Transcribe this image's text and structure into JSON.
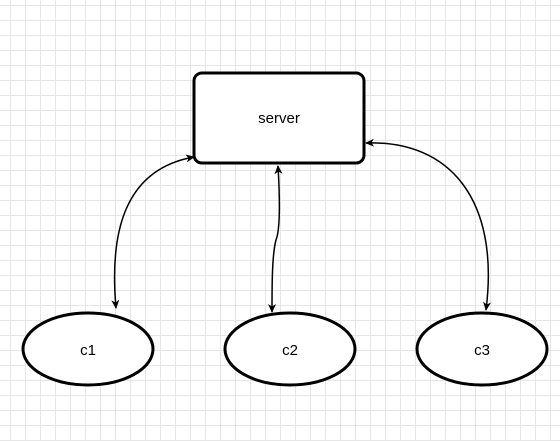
{
  "diagram": {
    "nodes": {
      "server": {
        "label": "server"
      },
      "c1": {
        "label": "c1"
      },
      "c2": {
        "label": "c2"
      },
      "c3": {
        "label": "c3"
      }
    },
    "edges": [
      {
        "from": "server",
        "to": "c1",
        "bidirectional": true
      },
      {
        "from": "server",
        "to": "c2",
        "bidirectional": true
      },
      {
        "from": "server",
        "to": "c3",
        "bidirectional": true
      }
    ]
  }
}
